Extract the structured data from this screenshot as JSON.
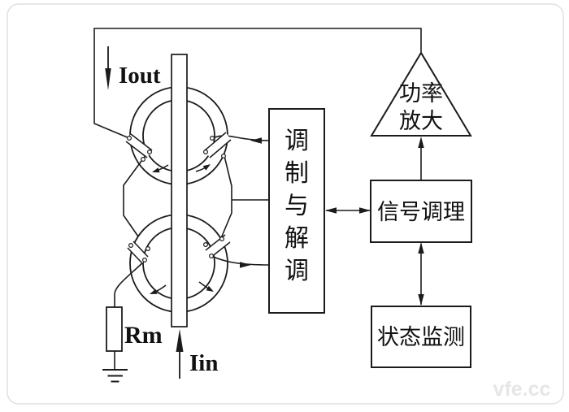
{
  "page": {
    "background": "#ffffff",
    "card_border": "#e0e0e0",
    "line_color": "#1b1b1b",
    "watermark": "vfe.cc"
  },
  "labels": {
    "output_current": "Iout",
    "input_current": "Iin",
    "measuring_resistor": "Rm"
  },
  "blocks": {
    "mod_demod": {
      "label": "调制与解调",
      "chars": [
        "调",
        "制",
        "与",
        "解",
        "调"
      ]
    },
    "power_amp": {
      "label": "功率放大",
      "line1": "功率",
      "line2": "放大"
    },
    "signal_conditioning": {
      "label": "信号调理"
    },
    "status_monitor": {
      "label": "状态监测"
    }
  }
}
